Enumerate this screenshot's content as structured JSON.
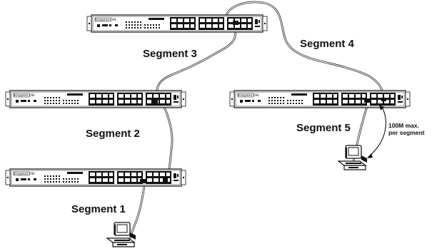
{
  "switch_brand": "Kingston DH",
  "segments": {
    "s1": "Segment 1",
    "s2": "Segment 2",
    "s3": "Segment 3",
    "s4": "Segment 4",
    "s5": "Segment 5"
  },
  "note": {
    "line1": "100M max.",
    "line2": "per segment"
  },
  "colors": {
    "line": "#111111",
    "background": "#ffffff"
  }
}
